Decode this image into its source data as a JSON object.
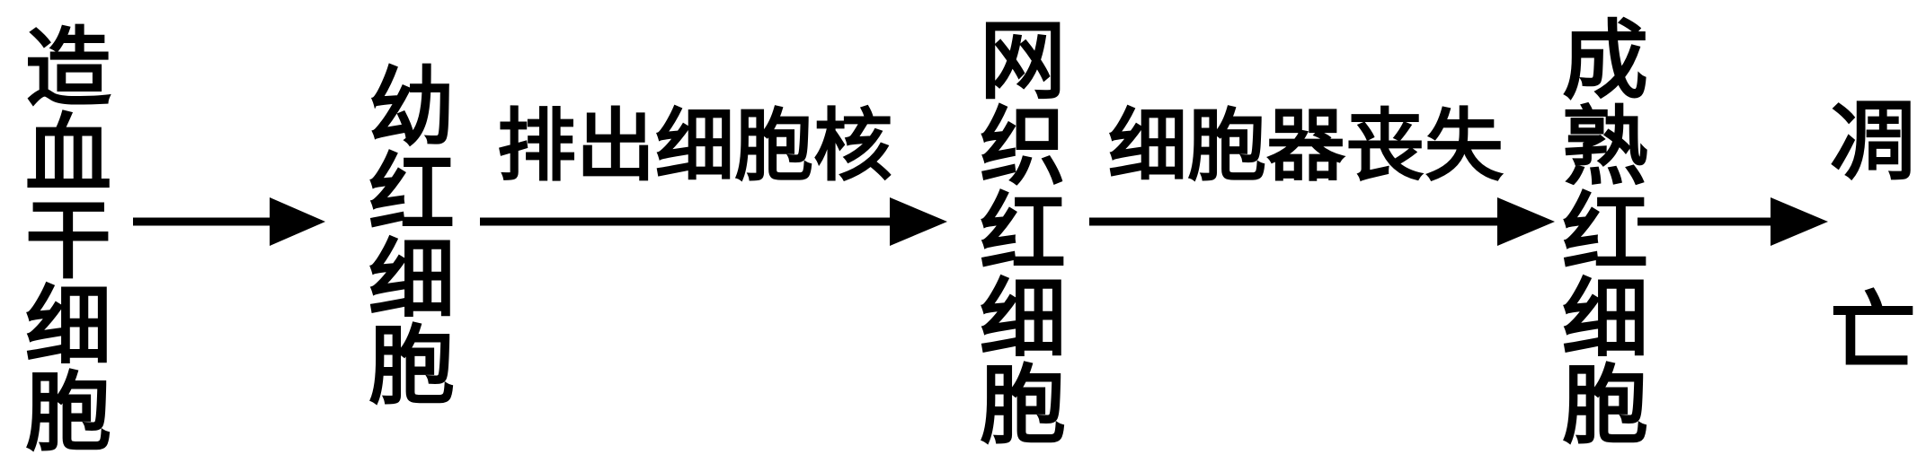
{
  "nodes": [
    {
      "id": "hematopoietic-stem-cell",
      "text": "造血干细胞"
    },
    {
      "id": "juvenile-red-cell",
      "text": "幼红细胞"
    },
    {
      "id": "reticulocyte",
      "text": "网织红细胞"
    },
    {
      "id": "mature-red-cell",
      "text": "成熟红细胞"
    },
    {
      "id": "death",
      "text": "凋亡"
    }
  ],
  "edges": [
    {
      "from": "hematopoietic-stem-cell",
      "to": "juvenile-red-cell",
      "label": ""
    },
    {
      "from": "juvenile-red-cell",
      "to": "reticulocyte",
      "label": "排出细胞核"
    },
    {
      "from": "reticulocyte",
      "to": "mature-red-cell",
      "label": "细胞器丧失"
    },
    {
      "from": "mature-red-cell",
      "to": "death",
      "label": ""
    }
  ]
}
